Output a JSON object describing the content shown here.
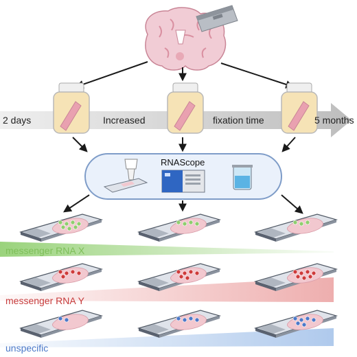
{
  "timeline": {
    "start_label": "2 days",
    "middle_label_1": "Increased",
    "middle_label_2": "fixation time",
    "end_label": "5 months"
  },
  "assay": {
    "name": "RNAScope"
  },
  "targets": [
    {
      "label": "messenger RNA X",
      "color": "#8fce6e"
    },
    {
      "label": "messenger RNA Y",
      "color": "#cf3b3b"
    },
    {
      "label": "unspecific",
      "color": "#4d79c9"
    }
  ],
  "colors": {
    "brain_tissue": "#f1ccd5",
    "brain_fold": "#d98fa0",
    "fixative": "#f6e3b6",
    "timeline_arrow": "#cfcfcf",
    "panel_fill": "#eaf1fb",
    "panel_border": "#7e9cc8",
    "slide": "#dfe3ea",
    "tissue_section": "#f2c8cf"
  }
}
